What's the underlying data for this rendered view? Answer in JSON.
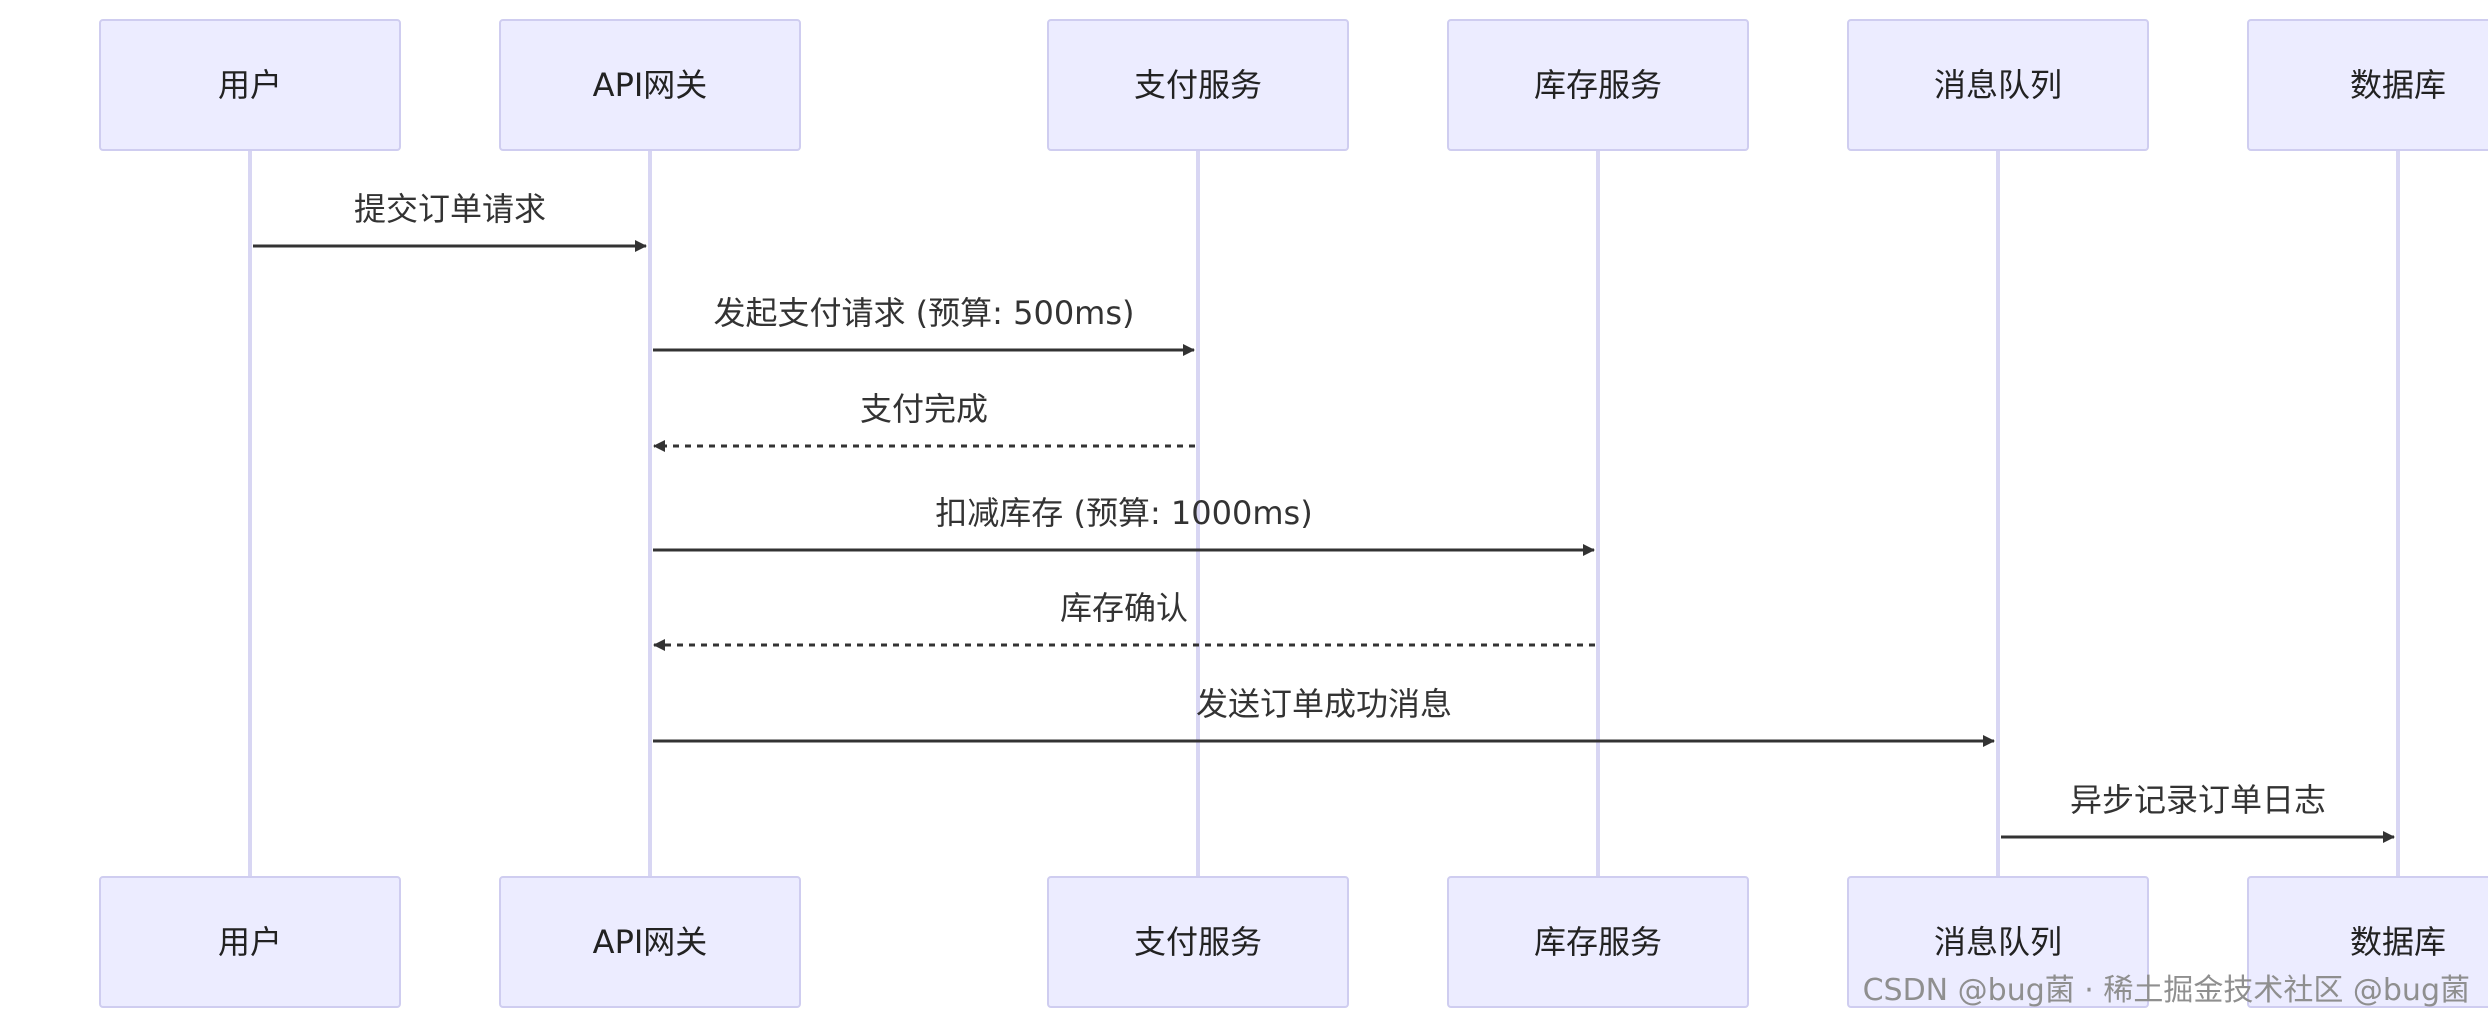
{
  "participants": [
    {
      "id": "user",
      "label": "用户"
    },
    {
      "id": "gateway",
      "label": "API网关"
    },
    {
      "id": "payment",
      "label": "支付服务"
    },
    {
      "id": "inventory",
      "label": "库存服务"
    },
    {
      "id": "mq",
      "label": "消息队列"
    },
    {
      "id": "db",
      "label": "数据库"
    }
  ],
  "messages": [
    {
      "from": "user",
      "to": "gateway",
      "label": "提交订单请求",
      "style": "solid"
    },
    {
      "from": "gateway",
      "to": "payment",
      "label": "发起支付请求 (预算: 500ms)",
      "style": "solid"
    },
    {
      "from": "payment",
      "to": "gateway",
      "label": "支付完成",
      "style": "dashed"
    },
    {
      "from": "gateway",
      "to": "inventory",
      "label": "扣减库存 (预算: 1000ms)",
      "style": "solid"
    },
    {
      "from": "inventory",
      "to": "gateway",
      "label": "库存确认",
      "style": "dashed"
    },
    {
      "from": "gateway",
      "to": "mq",
      "label": "发送订单成功消息",
      "style": "solid"
    },
    {
      "from": "mq",
      "to": "db",
      "label": "异步记录订单日志",
      "style": "solid"
    }
  ],
  "watermark": "CSDN @bug菌 · 稀土掘金技术社区 @bug菌",
  "colors": {
    "actor_fill": "#ECECFF",
    "actor_border": "#CFCDF0",
    "lifeline": "#D8D6F3",
    "arrow": "#333333"
  }
}
